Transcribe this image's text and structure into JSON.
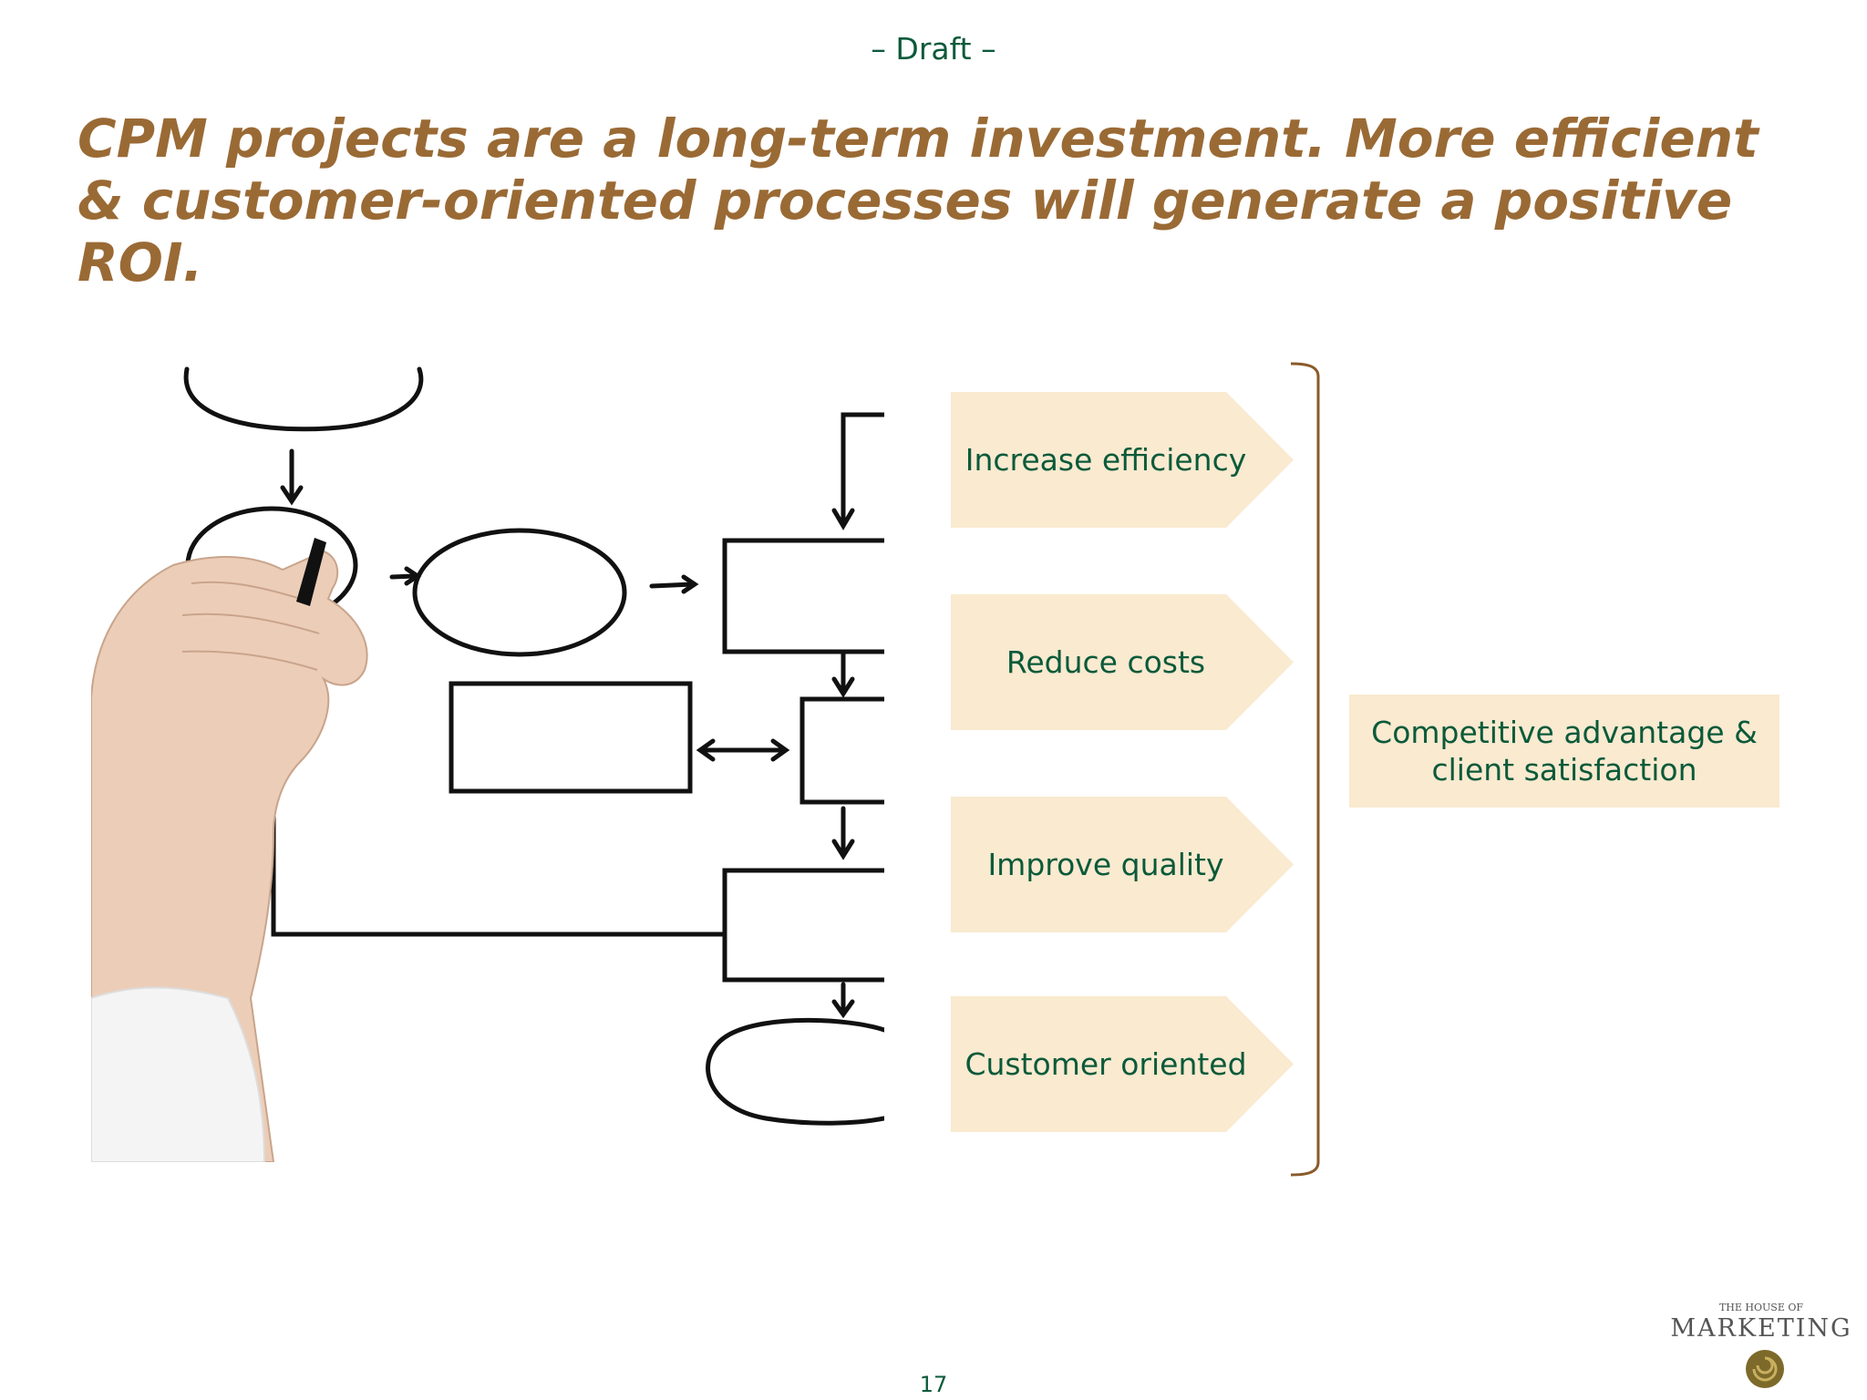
{
  "header": {
    "draft_label": "– Draft –"
  },
  "title": "CPM projects are a long-term investment. More efficient & customer-oriented processes will generate a positive ROI.",
  "drivers": [
    {
      "label": "Increase efficiency"
    },
    {
      "label": "Reduce costs"
    },
    {
      "label": "Improve quality"
    },
    {
      "label": "Customer oriented"
    }
  ],
  "result": {
    "label": "Competitive advantage & client satisfaction"
  },
  "logo": {
    "line1": "THE HOUSE OF",
    "line2": "MARKETING"
  },
  "footer": {
    "page_number": "17"
  },
  "colors": {
    "title": "#9a6a35",
    "text": "#0b5a3a",
    "chevron_fill": "#f9ead0",
    "bracket": "#8a5a2a"
  }
}
